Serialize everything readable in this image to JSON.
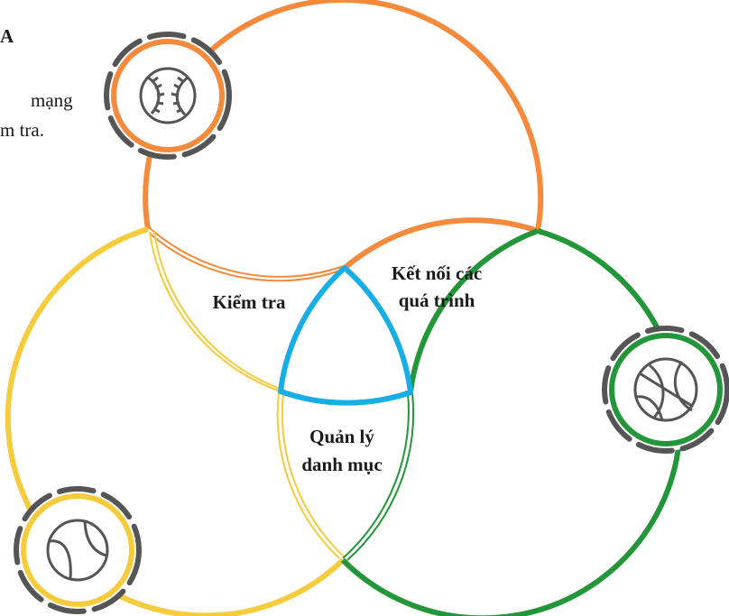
{
  "colors": {
    "orange": "#F58A3C",
    "yellow": "#F6CB3C",
    "green": "#229639",
    "blue": "#17AEE5",
    "icon_gray": "#555555",
    "text": "#1a1a1a"
  },
  "side_text": {
    "heading_fragment": "A",
    "line1_fragment": "mạng",
    "line2_fragment": "m tra."
  },
  "regions": {
    "orange_yellow": {
      "line1": "Kiểm tra"
    },
    "orange_green": {
      "line1": "Kết nối các",
      "line2": "quá trình"
    },
    "yellow_green": {
      "line1": "Quản lý",
      "line2": "danh mục"
    }
  },
  "icons": {
    "top_left": "baseball-icon",
    "right": "basketball-icon",
    "bottom_left": "tennis-ball-icon"
  }
}
